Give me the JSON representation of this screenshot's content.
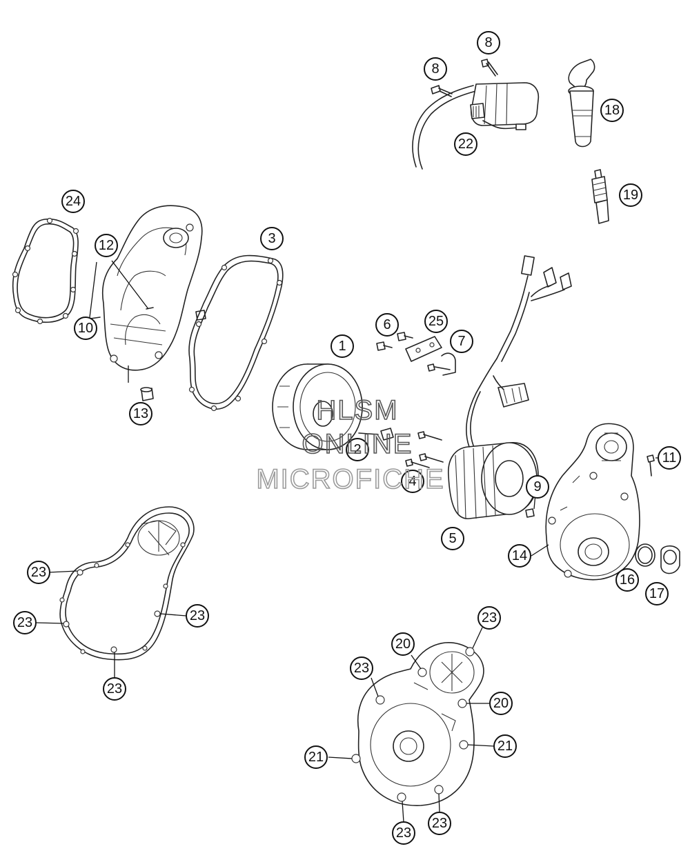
{
  "callouts": [
    {
      "id": "c1",
      "label": "1"
    },
    {
      "id": "c2",
      "label": "2"
    },
    {
      "id": "c3",
      "label": "3"
    },
    {
      "id": "c4",
      "label": "4"
    },
    {
      "id": "c5",
      "label": "5"
    },
    {
      "id": "c6",
      "label": "6"
    },
    {
      "id": "c7",
      "label": "7"
    },
    {
      "id": "c8a",
      "label": "8"
    },
    {
      "id": "c8b",
      "label": "8"
    },
    {
      "id": "c9",
      "label": "9"
    },
    {
      "id": "c10",
      "label": "10"
    },
    {
      "id": "c11",
      "label": "11"
    },
    {
      "id": "c12",
      "label": "12"
    },
    {
      "id": "c13",
      "label": "13"
    },
    {
      "id": "c14",
      "label": "14"
    },
    {
      "id": "c16",
      "label": "16"
    },
    {
      "id": "c17",
      "label": "17"
    },
    {
      "id": "c18",
      "label": "18"
    },
    {
      "id": "c19",
      "label": "19"
    },
    {
      "id": "c20a",
      "label": "20"
    },
    {
      "id": "c20b",
      "label": "20"
    },
    {
      "id": "c21a",
      "label": "21"
    },
    {
      "id": "c21b",
      "label": "21"
    },
    {
      "id": "c22",
      "label": "22"
    },
    {
      "id": "c23a",
      "label": "23"
    },
    {
      "id": "c23b",
      "label": "23"
    },
    {
      "id": "c23c",
      "label": "23"
    },
    {
      "id": "c23d",
      "label": "23"
    },
    {
      "id": "c23e",
      "label": "23"
    },
    {
      "id": "c23f",
      "label": "23"
    },
    {
      "id": "c23g",
      "label": "23"
    },
    {
      "id": "c23h",
      "label": "23"
    },
    {
      "id": "c24",
      "label": "24"
    },
    {
      "id": "c25",
      "label": "25"
    }
  ],
  "watermark": {
    "line1": "HLSM",
    "line2": "ONLINE",
    "line3": "MICROFICHE"
  }
}
